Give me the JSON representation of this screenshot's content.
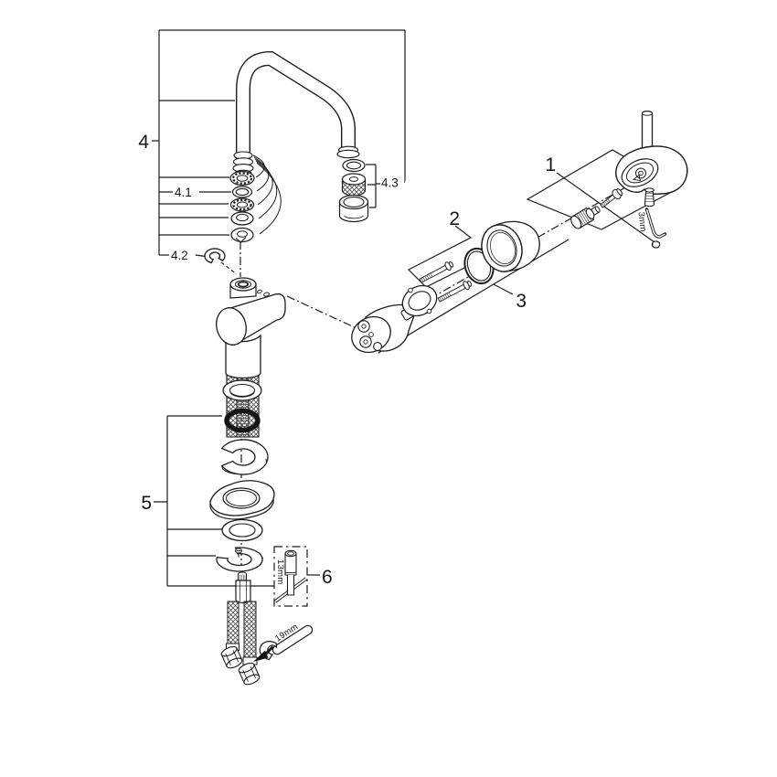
{
  "diagram": {
    "part_labels": {
      "p1": "1",
      "p2": "2",
      "p3": "3",
      "p4": "4",
      "p4_1": "4.1",
      "p4_2": "4.2",
      "p4_3": "4.3",
      "p5": "5",
      "p6": "6"
    },
    "size_annotations": {
      "hex_key": "3mm",
      "socket_tool": "13mm",
      "wrench": "19mm"
    },
    "colors": {
      "line": "#1c1c1c",
      "background": "#ffffff"
    }
  }
}
